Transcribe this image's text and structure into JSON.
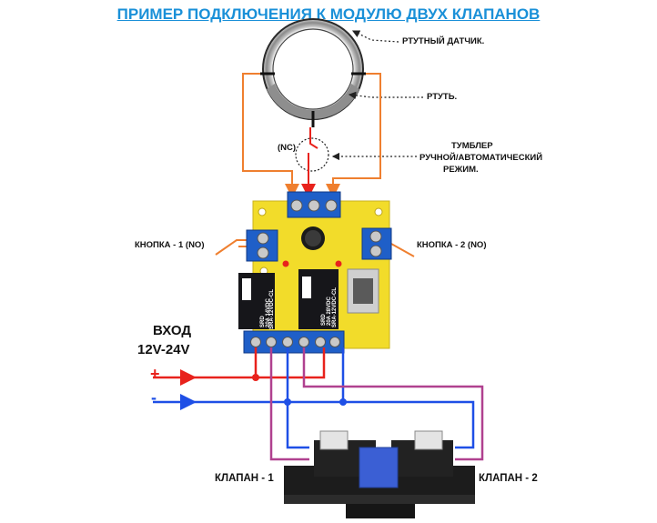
{
  "title": "ПРИМЕР ПОДКЛЮЧЕНИЯ К МОДУЛЮ ДВУХ КЛАПАНОВ",
  "labels": {
    "sensor": "РТУТНЫЙ ДАТЧИК.",
    "mercury": "РТУТЬ.",
    "nc": "(NC)",
    "toggle_line1": "ТУМБЛЕР",
    "toggle_line2": "РУЧНОЙ/АВТОМАТИЧЕСКИЙ",
    "toggle_line3": "РЕЖИМ.",
    "button1": "КНОПКА - 1 (NO)",
    "button2": "КНОПКА - 2 (NO)",
    "input_line1": "ВХОД",
    "input_line2": "12V-24V",
    "plus": "+",
    "minus": "-",
    "valve1": "КЛАПАН - 1",
    "valve2": "КЛАПАН - 2"
  },
  "relay_text": {
    "brand": "SRD",
    "model": "SRA-12VDC-CL",
    "spec1": "20A 14VDC",
    "spec2": "20A 28VDC"
  },
  "colors": {
    "title": "#1a90d8",
    "board": "#f2dc2a",
    "terminal": "#1f5fc8",
    "wire_red": "#e8221c",
    "wire_blue": "#1e4fe6",
    "wire_orange": "#ef7f2f",
    "wire_purple": "#b0418f",
    "valve_body": "#1c1c1c",
    "valve_plate": "#3b5fd4"
  },
  "icons": [
    "mercury-sensor-icon",
    "toggle-switch-icon",
    "relay-module-icon",
    "solenoid-valve-icon"
  ]
}
